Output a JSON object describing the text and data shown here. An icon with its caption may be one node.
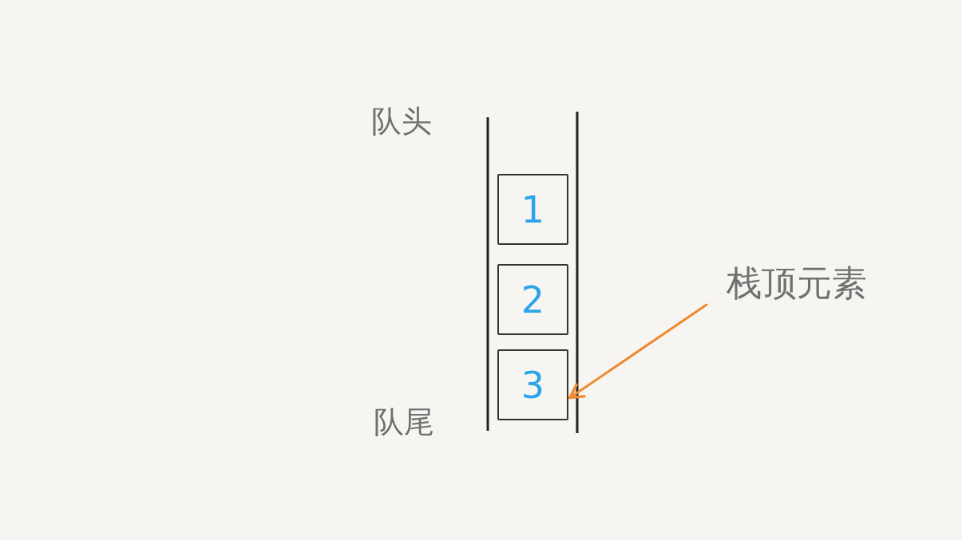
{
  "diagram": {
    "nodes": [
      {
        "text": [
          "1"
        ]
      },
      {
        "text": [
          "2"
        ]
      },
      {
        "text": [
          "3"
        ]
      },
      {
        "text": [
          "栈顶元素"
        ]
      }
    ],
    "edges": [
      {
        "from": 3,
        "to": 2,
        "arrow": "to",
        "color": "#f08a30"
      }
    ],
    "labels": [
      "队头",
      "队尾"
    ]
  }
}
